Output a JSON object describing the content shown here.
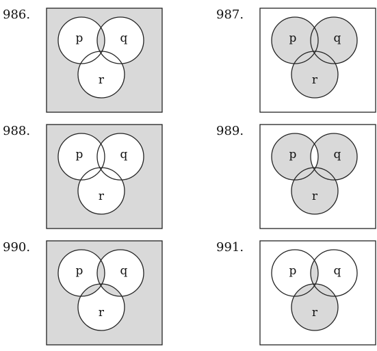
{
  "colors": {
    "shade": "#d9d9d9",
    "paper": "#ffffff",
    "stroke": "#222222"
  },
  "diagrams": [
    {
      "number": "986.",
      "sets": [
        "p",
        "q",
        "r"
      ],
      "shaded_regions": [
        "outside",
        "pq"
      ]
    },
    {
      "number": "987.",
      "sets": [
        "p",
        "q",
        "r"
      ],
      "shaded_regions": [
        "p",
        "q",
        "r",
        "pq",
        "pr",
        "qr"
      ]
    },
    {
      "number": "988.",
      "sets": [
        "p",
        "q",
        "r"
      ],
      "shaded_regions": [
        "outside"
      ]
    },
    {
      "number": "989.",
      "sets": [
        "p",
        "q",
        "r"
      ],
      "shaded_regions": [
        "p",
        "q",
        "r",
        "pr",
        "qr"
      ]
    },
    {
      "number": "990.",
      "sets": [
        "p",
        "q",
        "r"
      ],
      "shaded_regions": [
        "outside",
        "pq",
        "pqr",
        "pr",
        "qr"
      ]
    },
    {
      "number": "991.",
      "sets": [
        "p",
        "q",
        "r"
      ],
      "shaded_regions": [
        "pq",
        "pqr",
        "pr",
        "qr",
        "r"
      ]
    }
  ]
}
